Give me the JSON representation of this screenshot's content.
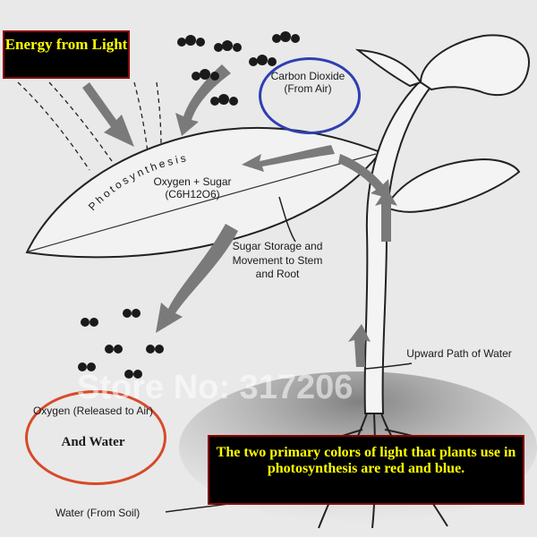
{
  "energy_label": "Energy from Light",
  "co2_label": "Carbon Dioxide (From Air)",
  "process_label": "Photosynthesis",
  "products_label": "Oxygen + Sugar (C6H12O6)",
  "storage_label": "Sugar Storage and Movement to Stem and Root",
  "oxygen_label": "Oxygen (Released to Air)",
  "and_water_label": "And Water",
  "upward_label": "Upward Path of Water",
  "water_soil_label": "Water (From Soil)",
  "note_text": "The two primary colors of light that plants use in photosynthesis are red and blue.",
  "watermark_text": "Store No: 317206",
  "colors": {
    "energy_text": "#ffff00",
    "co2_ring": "#2f3fb0",
    "o2_ring": "#d74a2a",
    "note_border": "#8b0000"
  }
}
